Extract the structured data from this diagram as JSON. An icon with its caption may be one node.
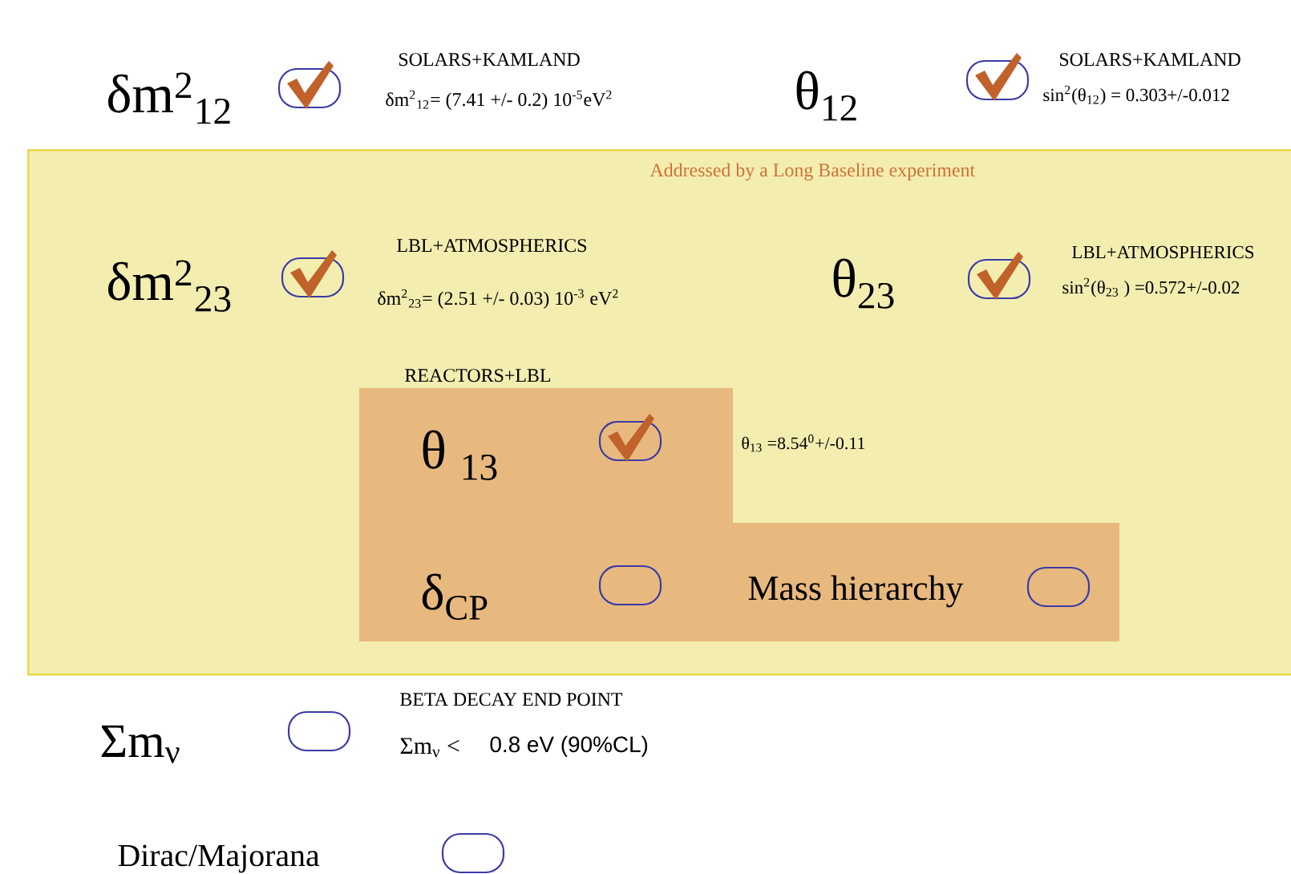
{
  "diagram": {
    "nodes": [
      {
        "text": [
          "Addressed by a Long Baseline experiment",
          "δm$^{2}$$_{23}$",
          "LBL+ATMOSPHERICS",
          "δm$^{2}$$_{23}$= (2.51 +/- 0.03) 10$^{-3}$ eV$^{2}$",
          "θ$_{23}$",
          "LBL+ATMOSPHERICS",
          "sin$^{2}$(θ$_{23}$ ) =0.572+/-0.02",
          "θ$_{13}$ =8.54$^{0}$+/-0.11"
        ]
      },
      {
        "text": [
          "REACTORS+LBL",
          "θ $_{13}$",
          "δ$_{CP}$",
          "Mass hierarchy"
        ],
        "in": 0
      }
    ],
    "labels": [
      "δm$^{2}$$_{12}$",
      "SOLARS+KAMLAND",
      "δm$^{2}$$_{12}$= (7.41 +/- 0.2) 10$^{-5}$eV$^{2}$",
      "θ$_{12}$",
      "SOLARS+KAMLAND",
      "sin$^{2}$(θ$_{12}$) = 0.303+/-0.012",
      "Σm$_{ν}$",
      "BETA DECAY END POINT",
      "Σm$_{ν}$  <",
      "0.8 eV (90%CL)",
      "Dirac/Majorana"
    ]
  }
}
